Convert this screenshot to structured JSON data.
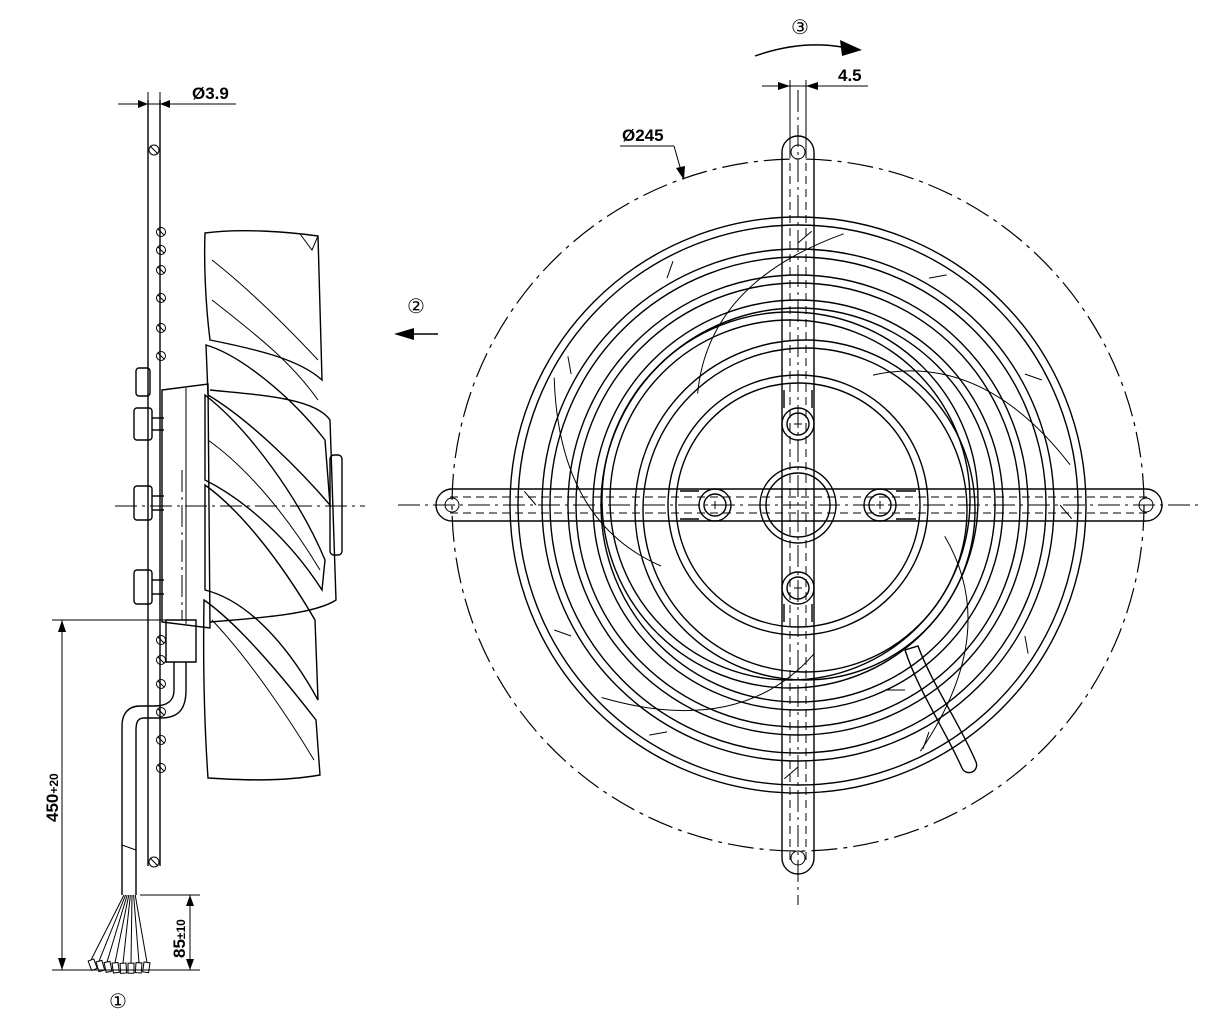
{
  "dimensions": {
    "wire_diameter": "Ø3.9",
    "guard_diameter": "Ø245",
    "strut_width": "4.5",
    "cable_length": "450",
    "cable_length_tol": "+20",
    "strip_length": "85",
    "strip_length_tol": "±10"
  },
  "callouts": {
    "cable_end": "①",
    "airflow_direction": "②",
    "rotation_direction": "③"
  },
  "colors": {
    "line": "#000000",
    "background": "#ffffff"
  }
}
